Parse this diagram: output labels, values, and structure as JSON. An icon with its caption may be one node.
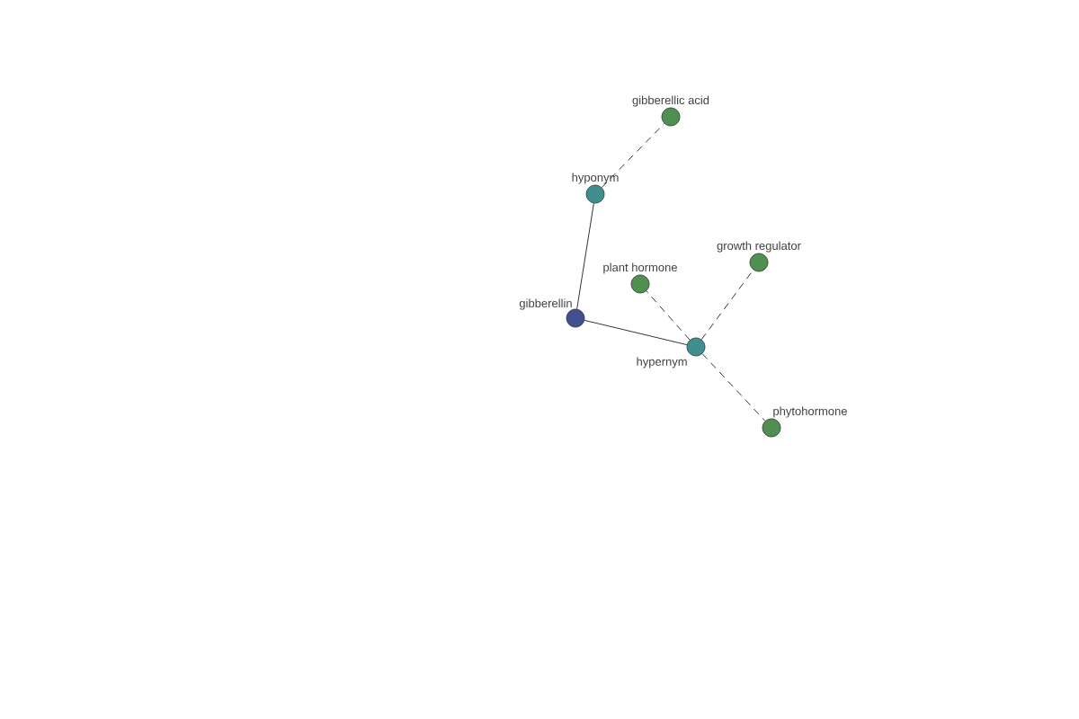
{
  "diagram": {
    "nodes": [
      {
        "text": [
          "gibberellin"
        ]
      },
      {
        "text": [
          "hyponym"
        ]
      },
      {
        "text": [
          "gibberellic acid"
        ]
      },
      {
        "text": [
          "hypernym"
        ]
      },
      {
        "text": [
          "plant hormone"
        ]
      },
      {
        "text": [
          "growth regulator"
        ]
      },
      {
        "text": [
          "phytohormone"
        ]
      }
    ],
    "edges": [
      {
        "from": 0,
        "to": 1,
        "arrow": "none"
      },
      {
        "from": 1,
        "to": 2,
        "arrow": "none",
        "style": "dashed"
      },
      {
        "from": 0,
        "to": 3,
        "arrow": "none"
      },
      {
        "from": 3,
        "to": 4,
        "arrow": "none",
        "style": "dashed"
      },
      {
        "from": 3,
        "to": 5,
        "arrow": "none",
        "style": "dashed"
      },
      {
        "from": 3,
        "to": 6,
        "arrow": "none",
        "style": "dashed"
      }
    ]
  }
}
